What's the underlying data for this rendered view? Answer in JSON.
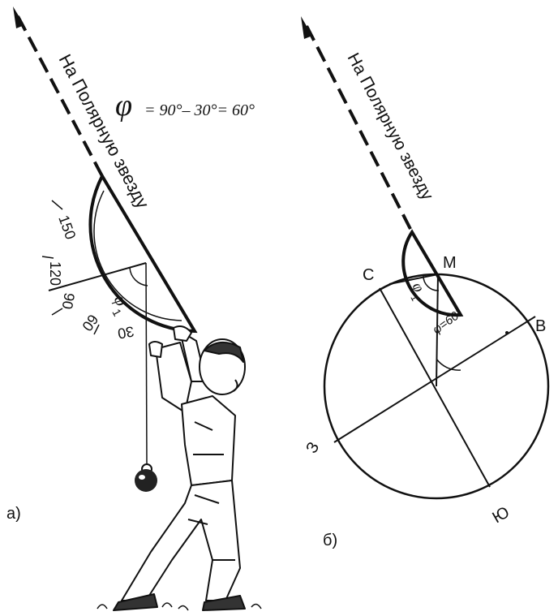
{
  "panel_a": {
    "direction_label": "На Полярную звезду",
    "formula": "= 90°– 30°= 60°",
    "formula_symbol": "φ",
    "angle_label": "φ",
    "angle_subscript": "1",
    "scale_labels": [
      "150",
      "120",
      "90",
      "60",
      "30"
    ],
    "panel_label": "а)",
    "figure_icon": "boy-with-protractor-figure"
  },
  "panel_b": {
    "direction_label": "На Полярную звезду",
    "angle_label": "φ",
    "angle_subscript": "1",
    "angle_value_label": "φ=60°",
    "point_label": "М",
    "cardinals": {
      "north": "С",
      "east": "В",
      "south": "Ю",
      "west": "З"
    },
    "panel_label": "б)"
  }
}
